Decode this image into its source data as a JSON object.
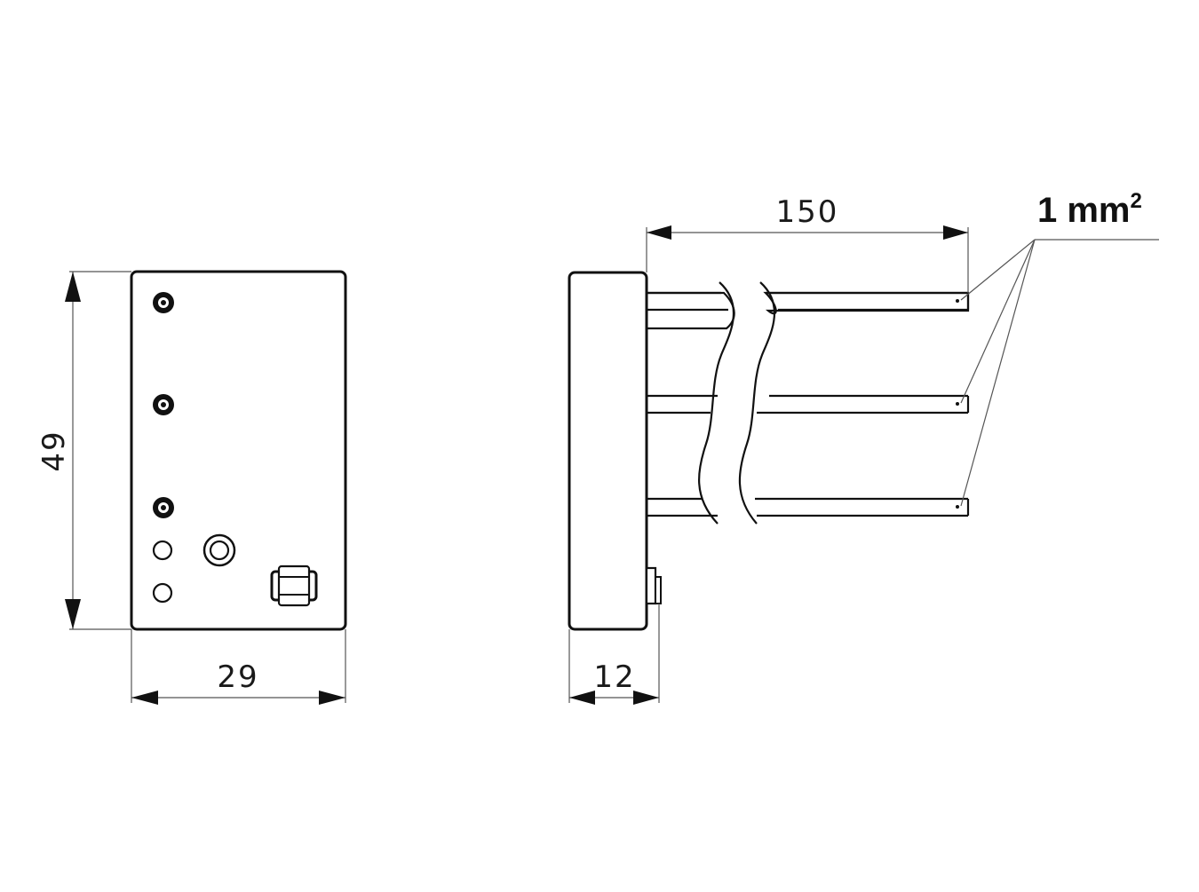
{
  "dimensions": {
    "height": "49",
    "width": "29",
    "depth": "12",
    "wire_length": "150"
  },
  "wire_label": {
    "main": "1 mm",
    "superscript": "2"
  }
}
